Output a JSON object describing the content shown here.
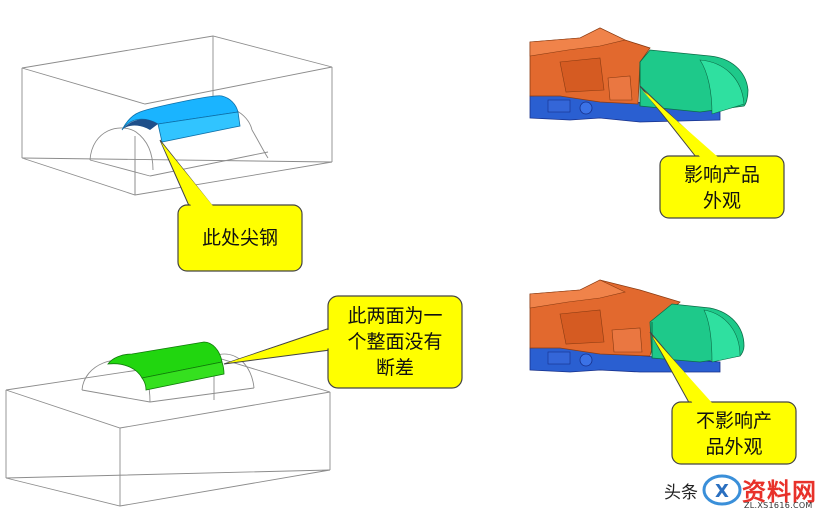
{
  "callouts": {
    "sharp_steel": [
      "此处尖钢"
    ],
    "one_surface": [
      "此两面为一",
      "个整面没有",
      "断差"
    ],
    "affects_appearance": [
      "影响产品",
      "外观"
    ],
    "no_effect": [
      "不影响产",
      "品外观"
    ]
  },
  "watermark": {
    "left_text": "头条",
    "brand": "资料网",
    "url": "ZL.XS1616.COM"
  },
  "colors": {
    "callout_fill": "#ffff00",
    "callout_stroke": "#444444",
    "wire": "#8c8c8c",
    "blue_face": "#1ab4ff",
    "green_face": "#21d60f",
    "orange_part": "#e2692e",
    "mint_part": "#1ec98a",
    "blue_base": "#2a5fd1"
  }
}
